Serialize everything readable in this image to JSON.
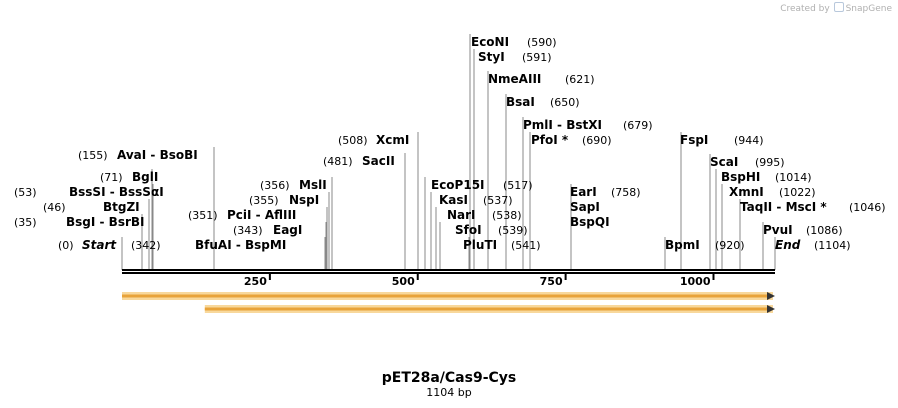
{
  "credit": {
    "prefix": "Created by",
    "brand": "SnapGene"
  },
  "title": "pET28a/Cas9-Cys",
  "length_label": "1104 bp",
  "colors": {
    "backbone": "#000000",
    "feature_fill": "#e8a33a",
    "feature_glow": "#f8d89c"
  },
  "total_bp": 1104,
  "ticks": [
    {
      "bp": 250,
      "label": "250"
    },
    {
      "bp": 500,
      "label": "500"
    },
    {
      "bp": 750,
      "label": "750"
    },
    {
      "bp": 1000,
      "label": "1000"
    }
  ],
  "features": [
    {
      "start": 0,
      "end": 1104,
      "direction": "forward"
    },
    {
      "start": 140,
      "end": 1104,
      "direction": "forward"
    }
  ],
  "sites": [
    {
      "pos_text": "(0)",
      "name": "Start",
      "site": 0,
      "style": "italic"
    },
    {
      "pos_text": "(35)",
      "name": "BsgI  - BsrBI",
      "site": 35
    },
    {
      "pos_text": "(46)",
      "name": "BtgZI",
      "site": 46
    },
    {
      "pos_text": "(53)",
      "name": "BssSI  - BssSαI",
      "site": 53
    },
    {
      "pos_text": "(71)",
      "name": "BglI",
      "site": 71
    },
    {
      "pos_text": "(155)",
      "name": "AvaI  - BsoBI",
      "site": 155
    },
    {
      "pos_text": "(342)",
      "name": "BfuAI  - BspMI",
      "site": 342
    },
    {
      "pos_text": "(343)",
      "name": "EagI",
      "site": 343
    },
    {
      "pos_text": "(351)",
      "name": "PciI  - AflIII",
      "site": 351
    },
    {
      "pos_text": "(355)",
      "name": "NspI",
      "site": 355
    },
    {
      "pos_text": "(356)",
      "name": "MslI",
      "site": 356
    },
    {
      "pos_text": "(481)",
      "name": "SacII",
      "site": 481
    },
    {
      "pos_text": "(508)",
      "name": "XcmI",
      "site": 508
    },
    {
      "pos_text": "(590)",
      "name": "EcoNI",
      "site": 590
    },
    {
      "pos_text": "(591)",
      "name": "StyI",
      "site": 591
    },
    {
      "pos_text": "(621)",
      "name": "NmeAIII",
      "site": 621
    },
    {
      "pos_text": "(650)",
      "name": "BsaI",
      "site": 650
    },
    {
      "pos_text": "(679)",
      "name": "PmlI  - BstXI",
      "site": 679
    },
    {
      "pos_text": "(690)",
      "name": "PfoI *",
      "site": 690
    },
    {
      "pos_text": "(517)",
      "name": "EcoP15I",
      "site": 517
    },
    {
      "pos_text": "(537)",
      "name": "KasI",
      "site": 537
    },
    {
      "pos_text": "(538)",
      "name": "NarI",
      "site": 538
    },
    {
      "pos_text": "(539)",
      "name": "SfoI",
      "site": 539
    },
    {
      "pos_text": "(541)",
      "name": "PluTI",
      "site": 541
    },
    {
      "pos_text": "(758)",
      "name": "EarI",
      "site": 758
    },
    {
      "pos_text": "",
      "name": "SapI",
      "site": 758
    },
    {
      "pos_text": "",
      "name": "BspQI",
      "site": 758
    },
    {
      "pos_text": "(944)",
      "name": "FspI",
      "site": 944
    },
    {
      "pos_text": "(920)",
      "name": "BpmI",
      "site": 920
    },
    {
      "pos_text": "(995)",
      "name": "ScaI",
      "site": 995
    },
    {
      "pos_text": "(1014)",
      "name": "BspHI",
      "site": 1014
    },
    {
      "pos_text": "(1022)",
      "name": "XmnI",
      "site": 1022
    },
    {
      "pos_text": "(1046)",
      "name": "TaqII  - MscI *",
      "site": 1046
    },
    {
      "pos_text": "(1086)",
      "name": "PvuI",
      "site": 1086
    },
    {
      "pos_text": "(1104)",
      "name": "End",
      "site": 1104,
      "style": "italic"
    }
  ]
}
